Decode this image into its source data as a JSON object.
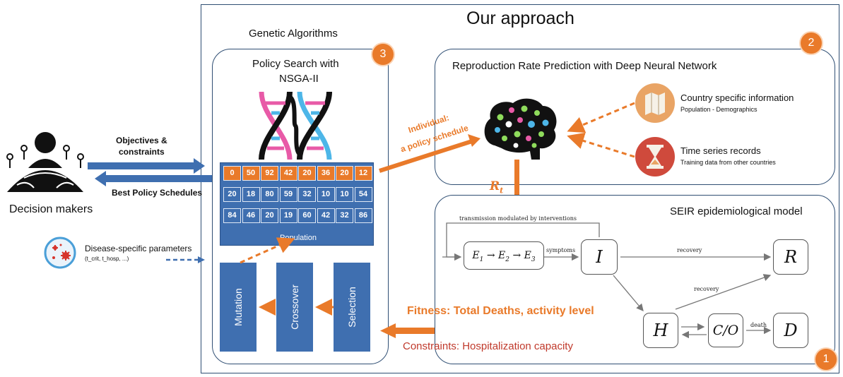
{
  "title": "Our approach",
  "ga_label": "Genetic Algorithms",
  "policy_search": {
    "line1": "Policy Search with",
    "line2": "NSGA-II",
    "badge": "3"
  },
  "population": {
    "label": "Population",
    "rows": [
      [
        "0",
        "50",
        "92",
        "42",
        "20",
        "36",
        "20",
        "12"
      ],
      [
        "20",
        "18",
        "80",
        "59",
        "32",
        "10",
        "10",
        "54"
      ],
      [
        "84",
        "46",
        "20",
        "19",
        "60",
        "42",
        "32",
        "86"
      ]
    ]
  },
  "operators": [
    "Mutation",
    "Crossover",
    "Selection"
  ],
  "decision_makers": "Decision makers",
  "objectives": {
    "line1": "Objectives &",
    "line2": "constraints"
  },
  "best_policy": "Best Policy Schedules",
  "disease": {
    "label": "Disease-specific parameters",
    "sub": "(t_crit, t_hosp, ...)"
  },
  "individual": {
    "line1": "Individual:",
    "line2": "a policy schedule"
  },
  "dnn": {
    "title": "Reproduction Rate Prediction with Deep Neural Network",
    "badge": "2"
  },
  "country": {
    "title": "Country specific information",
    "sub": "Population - Demographics"
  },
  "timeseries": {
    "title": "Time series records",
    "sub": "Training data from other countries"
  },
  "rt": {
    "main": "R",
    "sub": "t"
  },
  "seir": {
    "title": "SEIR epidemiological model",
    "badge": "1",
    "transmission": "transmission modulated by interventions",
    "symptoms": "symptoms",
    "recovery1": "recovery",
    "recovery2": "recovery",
    "death": "death",
    "e1": "E",
    "e1s": "1",
    "e2": "E",
    "e2s": "2",
    "e3": "E",
    "e3s": "3",
    "arrow": "→",
    "i": "I",
    "r": "R",
    "h": "H",
    "co": "C/O",
    "d": "D"
  },
  "fitness": "Fitness: Total Deaths, activity level",
  "constraints": "Constraints: Hospitalization capacity",
  "colors": {
    "blue": "#3f6fb0",
    "orange": "#e97a2a",
    "frame": "#2f4e73",
    "red_text": "#c0392b"
  }
}
